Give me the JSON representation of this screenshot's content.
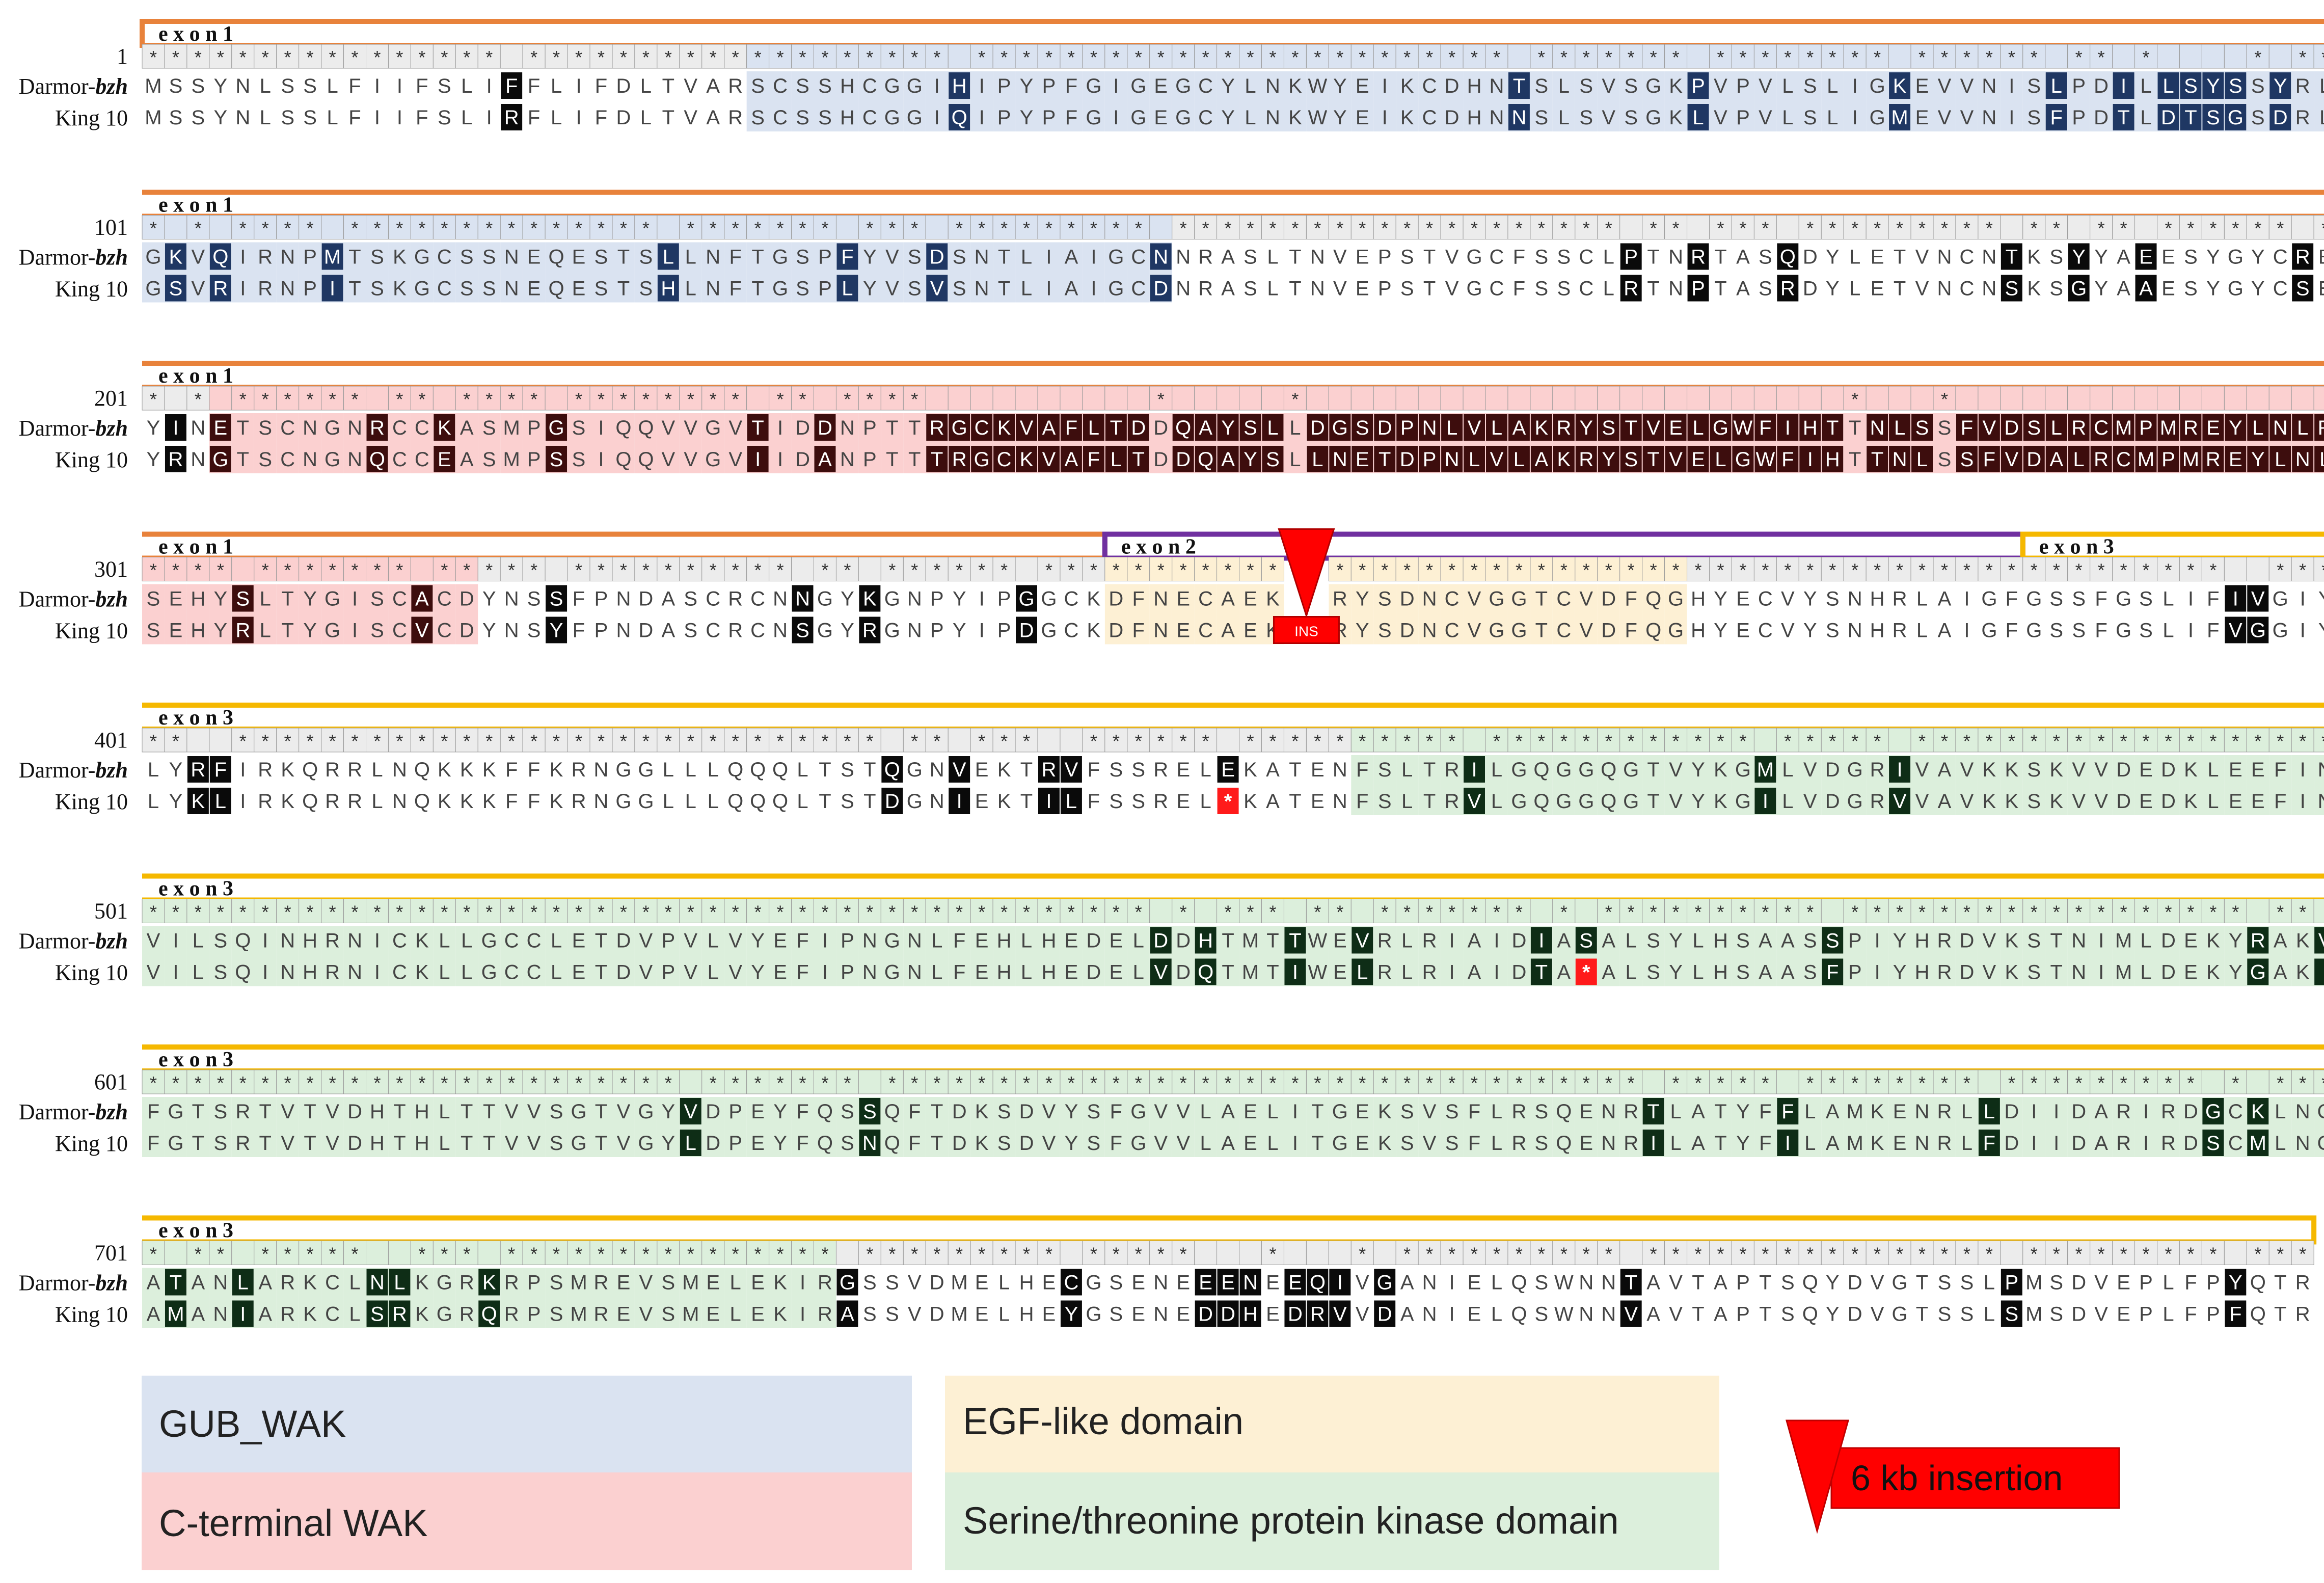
{
  "labels": {
    "line1": "Darmor-",
    "line1_italic": "bzh",
    "line2": "King 10"
  },
  "exon_marker": "*",
  "insertion_tag": "INS",
  "rows": [
    {
      "start": "1",
      "seq1": "MSSYNLSSLFIIFSLIFFLIFDLTVARSCSSHCGGIHIPYPFGIGEGCYLNKWYEIKCDHNTSLSVSGKPVPVLSLIGKEVVNISLPDILLSYSSYRLPH",
      "seq2": "MSSYNLSSLFIIFSLIRFLIFDLTVARSCSSHCGGIQIPYPFGIGEGCYLNKWYEIKCDHNNSLSVSGKLVPVLSLIGMEVVNISFPDTLDTSGSDRLPY",
      "exons": [
        {
          "label": "e x o n   1",
          "from": 0,
          "to": 100,
          "color": "#e8823b",
          "open_left": true
        }
      ],
      "domains": [
        {
          "type": "gub",
          "from": 27,
          "to": 100
        }
      ]
    },
    {
      "start": "101",
      "seq1": "GKVQIRNPMTSKGCSSNEQESTSLLNFTGSPFYVSDSNTLIAIGCNNRASLTNVEPSTVGCFSSCLPTNRTASQDYLETVNCNTKSYYAEESYGYCRERR",
      "seq2": "GSVRIRNPITSKGCSSNEQESTSHLNFTGSPLYVSVSNTLIAIGCDNRASLTNVEPSTVGCFSSCLRTNPTASRDYLETVNCNSKSGYAAESYGYCSERS",
      "exons": [
        {
          "label": "e x o n   1",
          "from": 0,
          "to": 100,
          "color": "#e8823b",
          "open_left": true
        }
      ],
      "domains": [
        {
          "type": "gub",
          "from": 0,
          "to": 46
        }
      ]
    },
    {
      "start": "201",
      "seq1": "YINETSCNGNRCCKASMPGSIQQVVGVTIDDNPTTRGCKVAFLTDDQAYSLLDGSDPNLVLAKRYSTVELGWFIHTTNLSSFVDSLRCMPMREYLNLRN",
      "seq2": "YRNGTSCNGNQCCEASMPSSIQQVVGVIIDANPTTTRGCKVAFLTDDQAYSLLNETDPNLVLAKRYSTVELGWFIHTTNLSSFVDALRCMPMREYLNLRS",
      "exons": [
        {
          "label": "e x o n   1",
          "from": 0,
          "to": 100,
          "color": "#e8823b",
          "open_left": true
        }
      ],
      "domains": [
        {
          "type": "cterm",
          "from": 3,
          "to": 100
        }
      ]
    },
    {
      "start": "301",
      "seq1": "SEHYSLTYGISCACDYNSSFPNDASCRCNNGYKGNPYIPGGCKDFNECAEK  RYSDNCVGGTCVDFQGHYECVYSNHRLAIGFGSSFGSLIFIVGIYG",
      "seq2": "SEHYRLTYGISCVCDYNSYFPNDASCRCNSGYRGNPYIPDGCKDFNECAEK  RYSDNCVGGTCVDFQGHYECVYSNHRLAIGFGSSFGSLIFVGGIYG",
      "exons": [
        {
          "label": "e x o n   1",
          "from": 0,
          "to": 43,
          "color": "#e8823b",
          "open_left": true
        },
        {
          "label": "e x o n   2",
          "from": 43,
          "to": 84,
          "color": "#7030a0",
          "open_left": false
        },
        {
          "label": "e x o n   3",
          "from": 84,
          "to": 100,
          "color": "#f5b800",
          "open_left": false
        }
      ],
      "domains": [
        {
          "type": "cterm",
          "from": 0,
          "to": 15
        },
        {
          "type": "egf",
          "from": 43,
          "to": 69
        }
      ]
    },
    {
      "start": "401",
      "seq1": "LYRFIRKQRRLNQKKKFFKRNGGLLLQQQLTSTQGNVEKTRVFSSRELEKATENFSLTRILGQGGQGTVYKGMLVDGRIVAVKKSKVVDEDKLEEFINEV",
      "seq2": "LYKLIRKQRRLNQKKKFFKRNGGLLLQQQLTSTDGNIEKTILFSSREL*KATENFSLTRVLGQGGQGTVYKGILVDGRVVAVKKSKVVDEDKLEEFINEV",
      "exons": [
        {
          "label": "e x o n   3",
          "from": 0,
          "to": 100,
          "color": "#f5b800",
          "open_left": true
        }
      ],
      "domains": [
        {
          "type": "kinase",
          "from": 54,
          "to": 100
        }
      ]
    },
    {
      "start": "501",
      "seq1": "VILSQINHRNICKLLGCCLETDVPVLVYEFIPNGNLFEHLHEDELDDHTMTTWEVRLRIAIDIASALSYLHSAASSPIYHRDVKSTNIMLDEKYRAKVSD",
      "seq2": "VILSQINHRNICKLLGCCLETDVPVLVYEFIPNGNLFEHLHEDELVDQTMTIWELRLRIAIDTA*ALSYLHSAASFPIYHRDVKSTNIMLDEKYGAKISD",
      "exons": [
        {
          "label": "e x o n   3",
          "from": 0,
          "to": 100,
          "color": "#f5b800",
          "open_left": true
        }
      ],
      "domains": [
        {
          "type": "kinase",
          "from": 0,
          "to": 100
        }
      ]
    },
    {
      "start": "601",
      "seq1": "FGTSRTVTVDHTHLTTVVSGTVGYVDPEYFQSSQFTDKSDVYSFGVVLAELITGEKSVSFLRSQENRTLATYFFLAMKENRLLDIIDARIRDGCKLNQVT",
      "seq2": "FGTSRTVTVDHTHLTTVVSGTVGYLDPEYFQSNQFTDKSDVYSFGVVLAELITGEKSVSFLRSQENRILATYFILAMKENRLFDIIDARIRDSCMLNQVT",
      "exons": [
        {
          "label": "e x o n   3",
          "from": 0,
          "to": 100,
          "color": "#f5b800",
          "open_left": true
        }
      ],
      "domains": [
        {
          "type": "kinase",
          "from": 0,
          "to": 100
        }
      ]
    },
    {
      "start": "701",
      "seq1": "ATANLARKCLNLKGRKRPSMREVSMELEKIRGSSVDMELHECGSENEEENEEQIVGANIELQSWNNTAVTAPTSQYDVGTSSLPMSDVEPLFPYQTR",
      "seq2": "AMANIARKCLSRKGRQRPSMREVSMELEKIRASSVDMELHEYGSENEDDHEDRVVDANIELQSWNNVAVTAPTSQYDVGTSSLSMSDVEPLFPFQTR",
      "exons": [
        {
          "label": "e x o n   3",
          "from": 0,
          "to": 97,
          "color": "#f5b800",
          "open_left": true,
          "close_right": true
        }
      ],
      "domains": [
        {
          "type": "kinase",
          "from": 0,
          "to": 31
        }
      ]
    }
  ],
  "legend": {
    "gub": {
      "label": "GUB_WAK",
      "color": "#dae3f1"
    },
    "cterm": {
      "label": "C-terminal WAK",
      "color": "#fbd0d0"
    },
    "egf": {
      "label": "EGF-like domain",
      "color": "#fdf0d4"
    },
    "kinase": {
      "label": "Serine/threonine protein kinase domain",
      "color": "#dcefdc"
    },
    "insertion": {
      "label": "6 kb insertion",
      "color": "#ff0000"
    }
  }
}
